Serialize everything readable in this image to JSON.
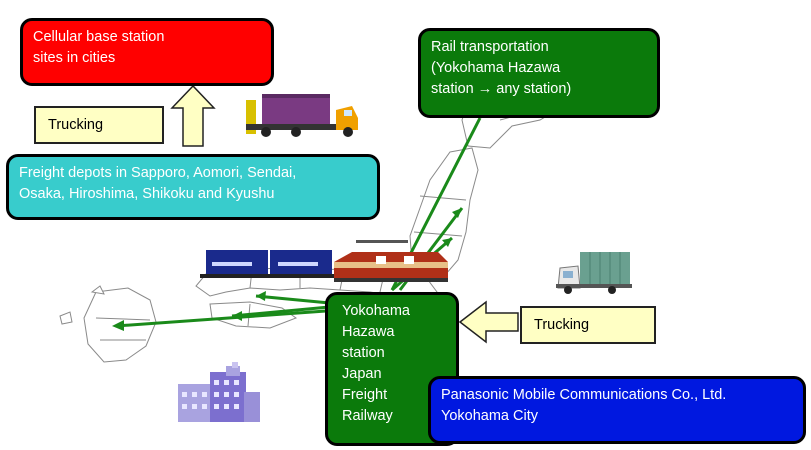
{
  "boxes": {
    "cellular": {
      "lines": [
        "Cellular base station",
        "sites in cities"
      ],
      "bg": "#ff0000",
      "color": "#ffffff"
    },
    "rail": {
      "lines": [
        "Rail transportation",
        "(Yokohama Hazawa",
        "station  →  any station)"
      ],
      "bg": "#0b7a0b",
      "color": "#ffffff"
    },
    "depots": {
      "lines": [
        "Freight depots in Sapporo, Aomori, Sendai,",
        "Osaka, Hiroshima, Shikoku and Kyushu"
      ],
      "bg": "#38cccc",
      "color": "#ffffff"
    },
    "hazawa": {
      "lines": [
        "Yokohama",
        "Hazawa",
        "station",
        "Japan",
        "Freight",
        "Railway"
      ],
      "bg": "#0b7a0b",
      "color": "#ffffff"
    },
    "panasonic": {
      "lines": [
        "Panasonic Mobile Communications Co., Ltd.",
        "Yokohama City"
      ],
      "bg": "#0018e0",
      "color": "#ffffff"
    }
  },
  "trucking": {
    "top": "Trucking",
    "right": "Trucking"
  },
  "icons": [
    "up-arrow-icon",
    "left-arrow-icon",
    "container-truck-icon",
    "small-truck-icon",
    "freight-train-icon",
    "office-building-icon",
    "japan-map"
  ],
  "colors": {
    "route_line": "#1a8a1a",
    "arrow_fill": "#ffffc4",
    "map_stroke": "#8a8a8a"
  }
}
